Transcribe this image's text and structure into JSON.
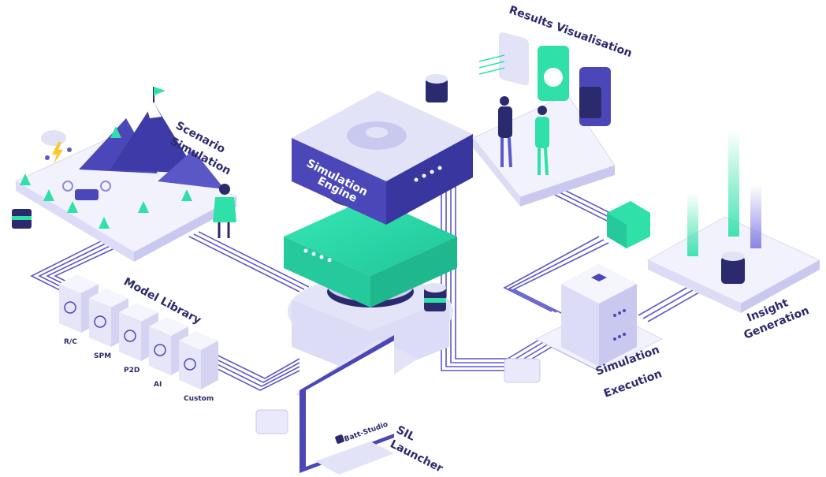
{
  "labels": {
    "scenario": [
      "Scenario",
      "Simulation"
    ],
    "engine": [
      "Simulation",
      "Engine"
    ],
    "results": "Results Visualisation",
    "model_library": "Model Library",
    "sil": [
      "SIL",
      "Launcher"
    ],
    "execution": [
      "Simulation",
      "Execution"
    ],
    "insight": [
      "Insight",
      "Generation"
    ],
    "brand": "Batt-Studio"
  },
  "model_blocks": [
    "R/C",
    "SPM",
    "P2D",
    "AI",
    "Custom"
  ],
  "colors": {
    "navy": "#2b2a6e",
    "purple": "#4b47b8",
    "lavender": "#e9e9fb",
    "teal": "#2fe0a9",
    "wire": "#5d59c9"
  }
}
